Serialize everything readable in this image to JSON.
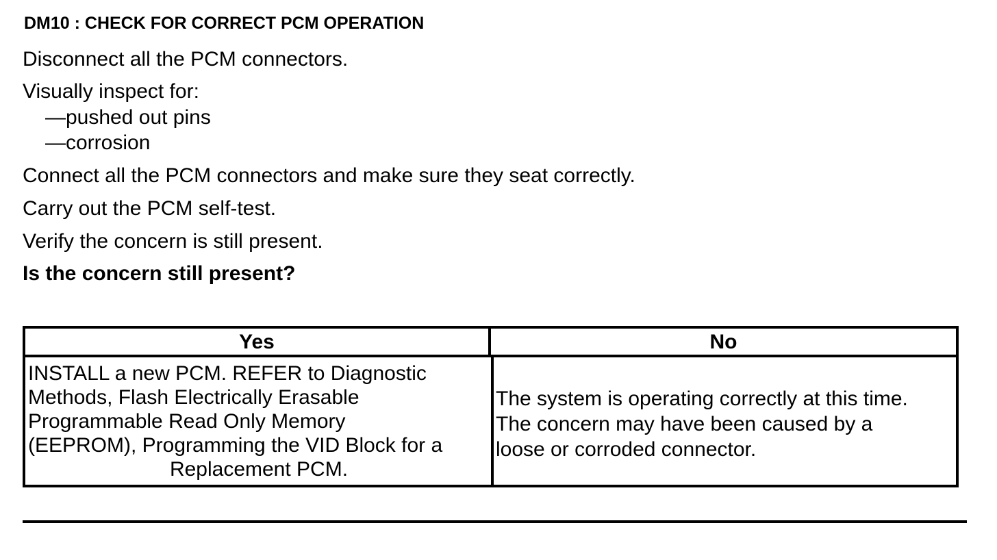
{
  "document": {
    "heading": "DM10 : CHECK FOR CORRECT PCM OPERATION",
    "steps": {
      "disconnect": "Disconnect all the PCM connectors.",
      "inspect": "Visually inspect for:",
      "inspect_item_1": "—pushed out pins",
      "inspect_item_2": "—corrosion",
      "connect": "Connect all the PCM connectors and make sure they seat correctly.",
      "self_test": "Carry out the PCM self-test.",
      "verify": "Verify the concern is still present."
    },
    "question": "Is the concern still present?"
  },
  "table": {
    "yes_header": "Yes",
    "no_header": "No",
    "yes_lines": [
      "INSTALL a new PCM. REFER to Diagnostic",
      "Methods,  Flash Electrically Erasable",
      "Programmable Read Only Memory",
      "(EEPROM), Programming the VID Block for a",
      "Replacement PCM."
    ],
    "no_lines": [
      "The system is operating correctly at this time.",
      "The concern may have been caused by a",
      "loose or corroded connector."
    ]
  }
}
